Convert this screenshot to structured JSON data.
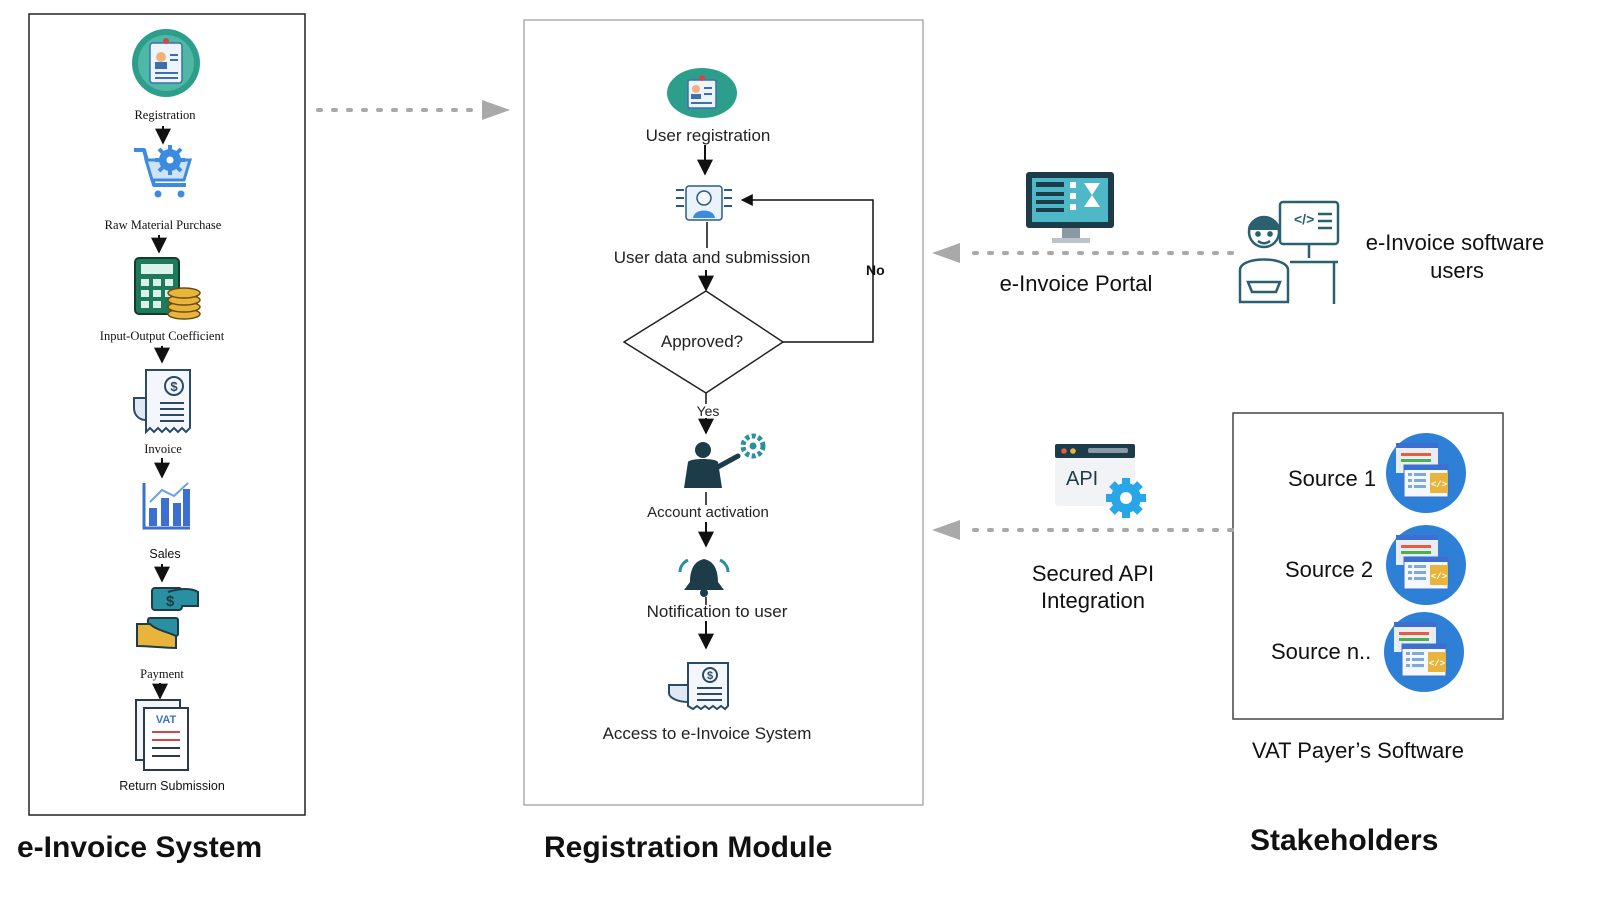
{
  "system": {
    "heading": "e-Invoice System",
    "steps": [
      {
        "label": "Registration",
        "icon": "registration-badge-icon"
      },
      {
        "label": "Raw Material Purchase",
        "icon": "cart-gear-icon"
      },
      {
        "label": "Input-Output Coefficient",
        "icon": "calculator-coins-icon"
      },
      {
        "label": "Invoice",
        "icon": "invoice-receipt-icon"
      },
      {
        "label": "Sales",
        "icon": "bar-chart-icon"
      },
      {
        "label": "Payment",
        "icon": "hand-payment-icon"
      },
      {
        "label": "Return Submission",
        "icon": "vat-document-icon"
      }
    ]
  },
  "module": {
    "heading": "Registration Module",
    "steps": {
      "user_registration": "User registration",
      "user_data": "User data and submission",
      "decision": "Approved?",
      "no": "No",
      "yes": "Yes",
      "activation": "Account activation",
      "notification": "Notification to user",
      "access": "Access to e-Invoice System"
    }
  },
  "portal": {
    "label": "e-Invoice Portal",
    "icon": "monitor-portal-icon"
  },
  "api": {
    "label_line1": "Secured API",
    "label_line2": "Integration",
    "icon": "api-gear-icon",
    "badge": "API"
  },
  "software_users": {
    "label_line1": "e-Invoice software",
    "label_line2": "users",
    "icon": "developer-workstation-icon"
  },
  "vat_software": {
    "caption": "VAT Payer’s Software",
    "sources": [
      "Source 1",
      "Source 2",
      "Source n.."
    ]
  },
  "stakeholders": {
    "heading": "Stakeholders"
  },
  "colors": {
    "teal": "#2e9e8c",
    "blue": "#3d8be0",
    "dark": "#1d3c4a",
    "gold": "#e8b53c",
    "arrow_grey": "#a9a9a9"
  }
}
